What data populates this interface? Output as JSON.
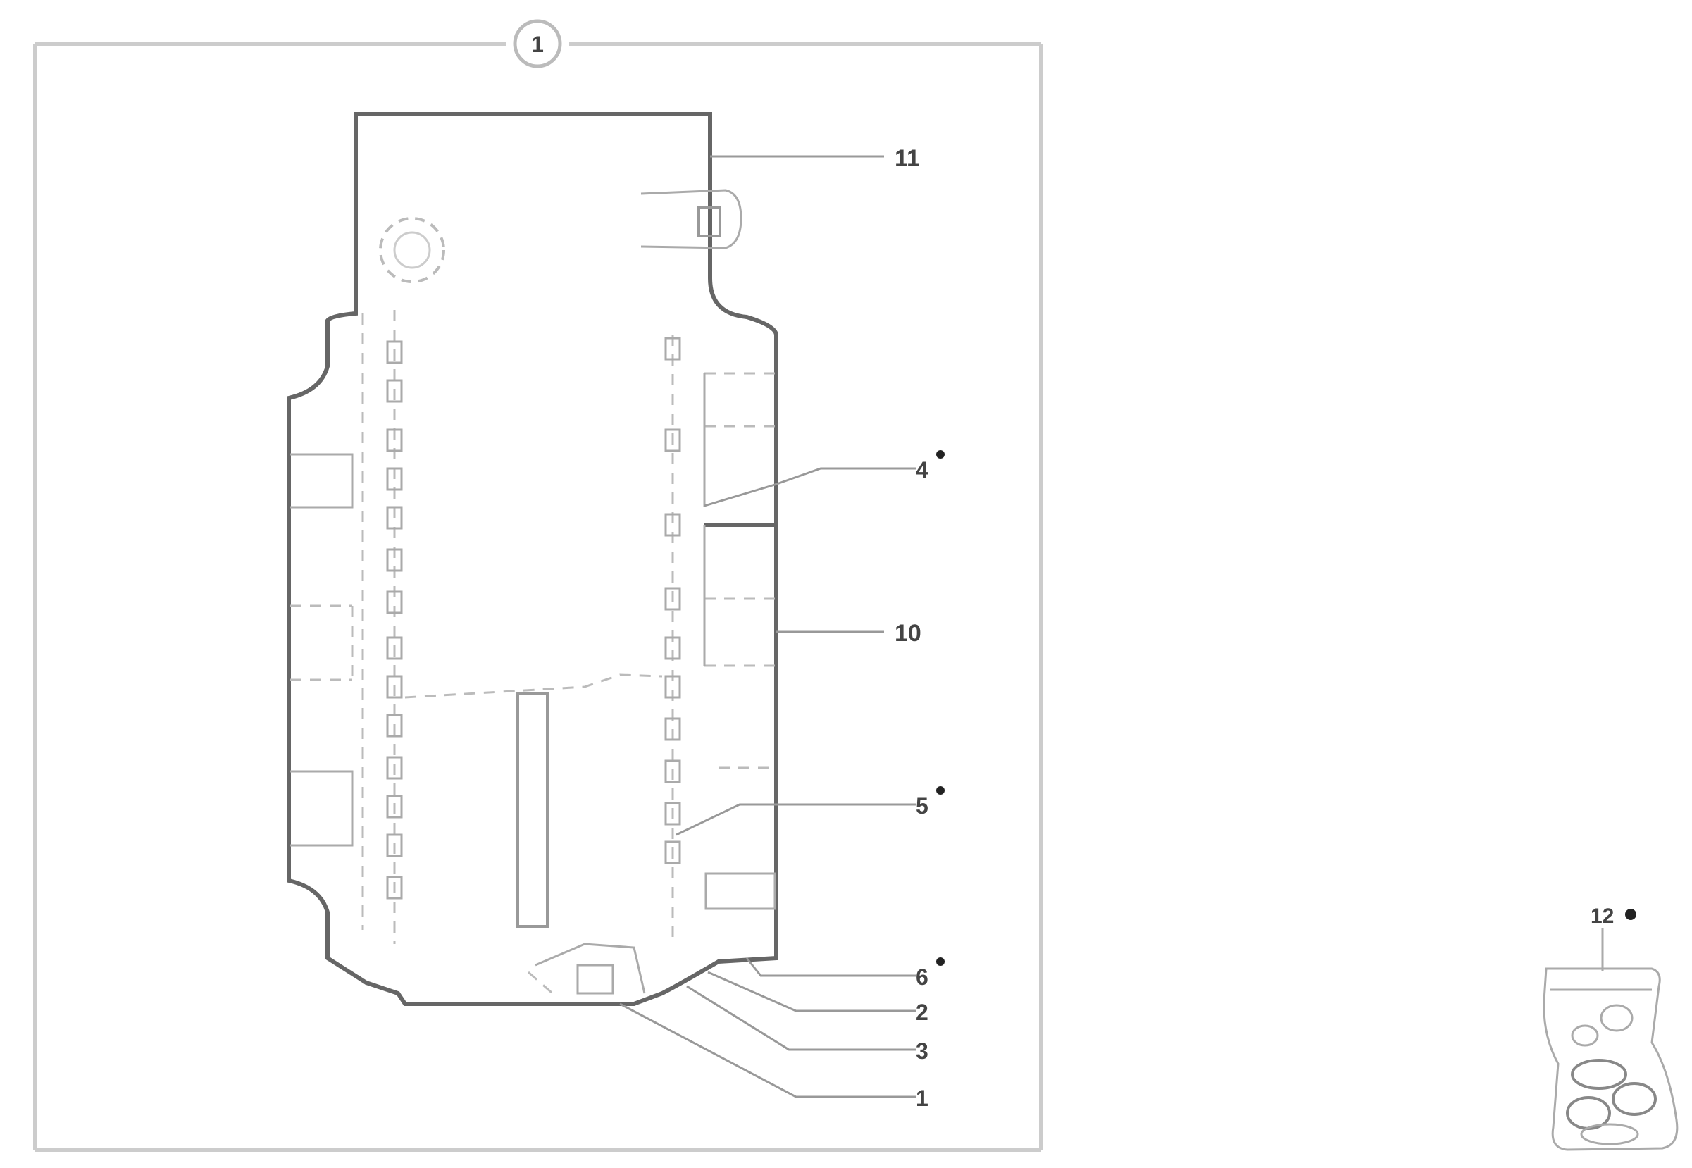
{
  "header_marker": {
    "text": "1"
  },
  "callouts": {
    "top_right": "11",
    "c4": "4",
    "c10": "10",
    "c5": "5",
    "c6": "6",
    "c2": "2",
    "c3": "3",
    "c1": "1"
  },
  "kit": {
    "label": "12"
  },
  "colors": {
    "frame": "#cccccc",
    "outline": "#666666",
    "detail": "#bbbbbb",
    "text": "#444444"
  }
}
